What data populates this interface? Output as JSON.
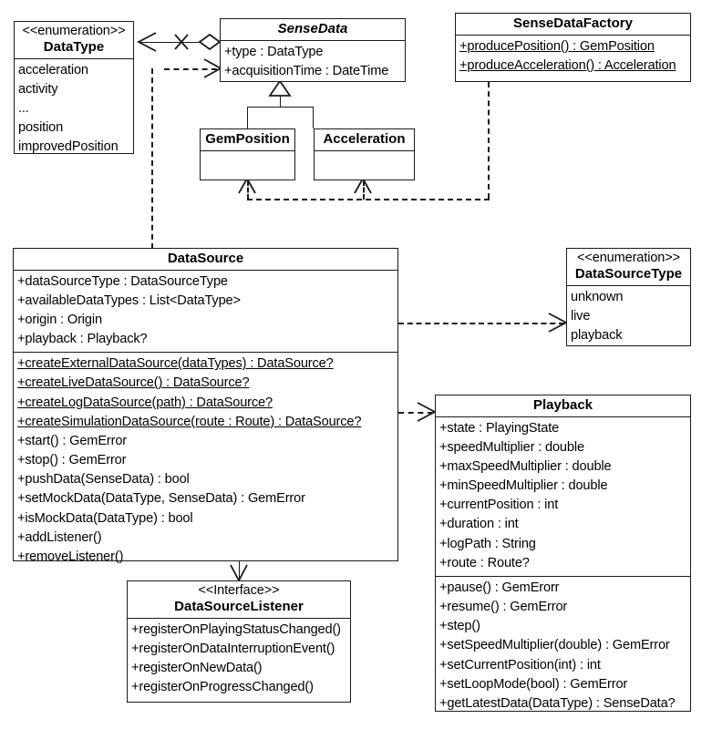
{
  "diagram": {
    "title": "DataSource UML class diagram",
    "stroke_color": "#1a1a1a",
    "background_color": "#ffffff"
  },
  "classes": {
    "data_type": {
      "stereotype": "<<enumeration>>",
      "name": "DataType",
      "literals": [
        "acceleration",
        "activity",
        "...",
        "position",
        "improvedPosition"
      ]
    },
    "sense_data": {
      "name": "SenseData",
      "attributes": [
        "+type : DataType",
        "+acquisitionTime : DateTime"
      ]
    },
    "sense_data_factory": {
      "name": "SenseDataFactory",
      "operations": [
        "+producePosition() : GemPosition",
        "+produceAcceleration() : Acceleration"
      ]
    },
    "gem_position": {
      "name": "GemPosition",
      "members": []
    },
    "acceleration": {
      "name": "Acceleration",
      "members": []
    },
    "data_source": {
      "name": "DataSource",
      "attributes": [
        "+dataSourceType : DataSourceType",
        "+availableDataTypes : List<DataType>",
        "+origin : Origin",
        "+playback : Playback?"
      ],
      "static_operations": [
        "+createExternalDataSource(dataTypes) : DataSource?",
        "+createLiveDataSource() : DataSource?",
        "+createLogDataSource(path) : DataSource?",
        "+createSimulationDataSource(route : Route) : DataSource?"
      ],
      "operations": [
        "+start() : GemError",
        "+stop() : GemError",
        "+pushData(SenseData) : bool",
        "+setMockData(DataType, SenseData) : GemError",
        "+isMockData(DataType) : bool",
        "+addListener()",
        "+removeListener()"
      ]
    },
    "data_source_type": {
      "stereotype": "<<enumeration>>",
      "name": "DataSourceType",
      "literals": [
        "unknown",
        "live",
        "playback"
      ]
    },
    "data_source_listener": {
      "stereotype": "<<Interface>>",
      "name": "DataSourceListener",
      "operations": [
        "+registerOnPlayingStatusChanged()",
        "+registerOnDataInterruptionEvent()",
        "+registerOnNewData()",
        "+registerOnProgressChanged()"
      ]
    },
    "playback": {
      "name": "Playback",
      "attributes": [
        "+state : PlayingState",
        "+speedMultiplier : double",
        "+maxSpeedMultiplier : double",
        "+minSpeedMultiplier : double",
        "+currentPosition : int",
        "+duration : int",
        "+logPath : String",
        "+route : Route?"
      ],
      "operations": [
        "+pause() : GemErorr",
        "+resume() : GemError",
        "+step()",
        "+setSpeedMultiplier(double) : GemError",
        "+setCurrentPosition(int) : int",
        "+setLoopMode(bool) : GemError",
        "+getLatestData(DataType) : SenseData?"
      ]
    }
  },
  "relationships": [
    {
      "name": "sensedata-aggregates-datatype",
      "from": "SenseData",
      "to": "DataType",
      "type": "aggregation"
    },
    {
      "name": "sensedata-depends-datatype",
      "from": "SenseData",
      "to": "DataType",
      "type": "dependency"
    },
    {
      "name": "gemposition-inherits-sensedata",
      "from": "GemPosition",
      "to": "SenseData",
      "type": "generalization"
    },
    {
      "name": "acceleration-inherits-sensedata",
      "from": "Acceleration",
      "to": "SenseData",
      "type": "generalization"
    },
    {
      "name": "factory-creates-gemposition",
      "from": "SenseDataFactory",
      "to": "GemPosition",
      "type": "dependency"
    },
    {
      "name": "factory-creates-acceleration",
      "from": "SenseDataFactory",
      "to": "Acceleration",
      "type": "dependency"
    },
    {
      "name": "datasource-depends-datatype",
      "from": "DataSource",
      "to": "DataType",
      "type": "dependency"
    },
    {
      "name": "datasource-depends-datasourcetype",
      "from": "DataSource",
      "to": "DataSourceType",
      "type": "dependency"
    },
    {
      "name": "datasource-depends-playback",
      "from": "DataSource",
      "to": "Playback",
      "type": "dependency"
    },
    {
      "name": "datasource-notifies-listener",
      "from": "DataSource",
      "to": "DataSourceListener",
      "type": "association"
    }
  ]
}
